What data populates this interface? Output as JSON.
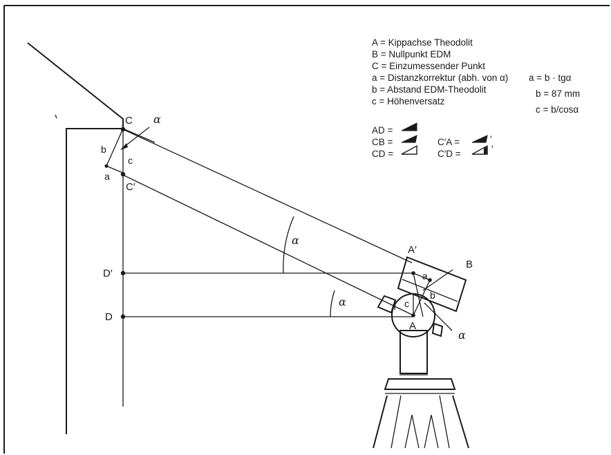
{
  "points": {
    "C": "C",
    "C_prime": "C′",
    "D": "D",
    "D_prime": "D′",
    "A": "A",
    "A_prime": "A′",
    "B": "B",
    "a": "a",
    "b": "b",
    "c": "c",
    "alpha": "α"
  },
  "legend": [
    "A = Kippachse Theodolit",
    "B = Nullpunkt EDM",
    "C = Einzumessender Punkt",
    "a = Distanzkorrektur (abh. von α)",
    "b = Abstand EDM-Theodolit",
    "c = Höhenversatz"
  ],
  "formulas": {
    "a": "a = b · tgα",
    "b": "b = 87 mm",
    "c": "c = b/cosα"
  },
  "relations": {
    "AD": "AD =",
    "CB": "CB =",
    "CD": "CD =",
    "CA_prime": "C′A =",
    "CD_prime": "C′D =",
    "prime_mark": "′"
  }
}
